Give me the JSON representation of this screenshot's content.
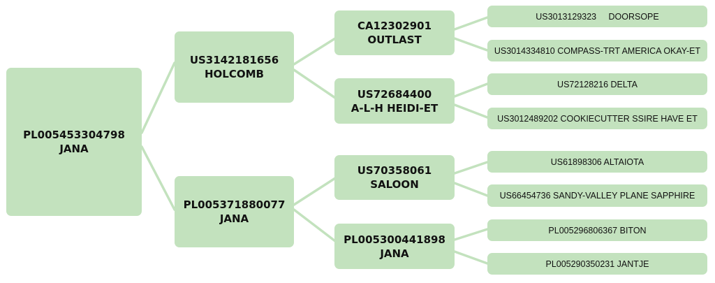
{
  "tree": {
    "root": {
      "id": "PL005453304798",
      "name": "JANA"
    },
    "level1": [
      {
        "id": "US3142181656",
        "name": "HOLCOMB"
      },
      {
        "id": "PL005371880077",
        "name": "JANA"
      }
    ],
    "level2": [
      {
        "id": "CA12302901",
        "name": "OUTLAST"
      },
      {
        "id": "US72684400",
        "name": "A-L-H HEIDI-ET"
      },
      {
        "id": "US70358061",
        "name": "SALOON"
      },
      {
        "id": "PL005300441898",
        "name": "JANA"
      }
    ],
    "level3": [
      "US3013129323     DOORSOPE",
      "US3014334810 COMPASS-TRT AMERICA OKAY-ET",
      "US72128216 DELTA",
      "US3012489202 COOKIECUTTER SSIRE HAVE ET",
      "US61898306 ALTAIOTA",
      "US66454736 SANDY-VALLEY PLANE SAPPHIRE",
      "PL005296806367 BITON",
      "PL005290350231 JANTJE"
    ]
  },
  "colors": {
    "node_fill": "#c3e2be",
    "connector": "#c3e2be",
    "text": "#111111"
  }
}
